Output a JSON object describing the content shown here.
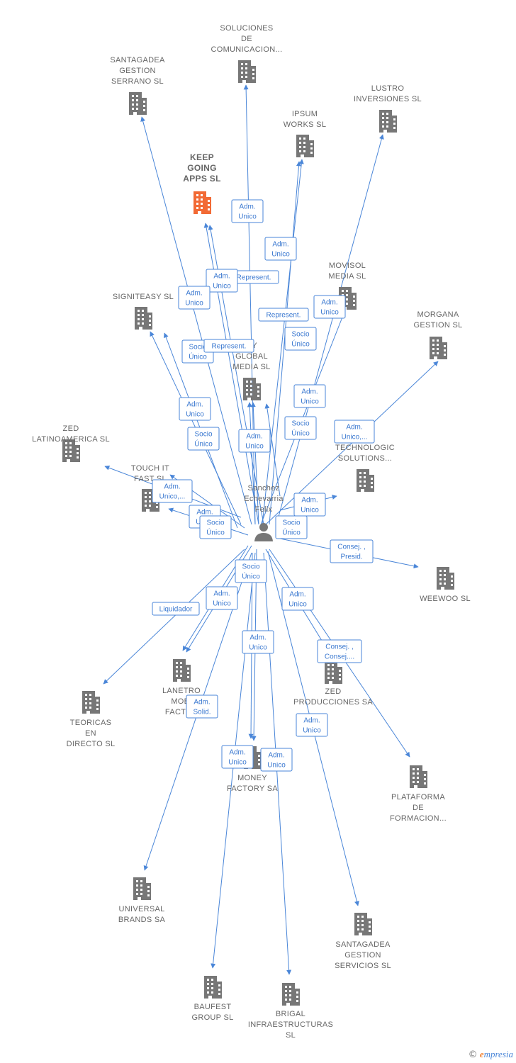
{
  "colors": {
    "edge": "#4a86d8",
    "building": "#777777",
    "building_focus": "#f26a35",
    "person": "#777777",
    "label_text": "#666666",
    "edge_text": "#3a78d0"
  },
  "person": {
    "lines": [
      "Sanchez",
      "Echevarria",
      "Felix"
    ]
  },
  "nodes": [
    {
      "id": "soluciones",
      "lines": [
        "SOLUCIONES",
        "DE",
        "COMUNICACION..."
      ]
    },
    {
      "id": "santagadea-serrano",
      "lines": [
        "SANTAGADEA",
        "GESTION",
        "SERRANO SL"
      ]
    },
    {
      "id": "lustro",
      "lines": [
        "LUSTRO",
        "INVERSIONES SL"
      ]
    },
    {
      "id": "ipsum",
      "lines": [
        "IPSUM",
        "WORKS SL"
      ]
    },
    {
      "id": "keep-going",
      "lines": [
        "KEEP",
        "GOING",
        "APPS SL"
      ],
      "focus": true
    },
    {
      "id": "movisol",
      "lines": [
        "MOVISOL",
        "MEDIA SL"
      ]
    },
    {
      "id": "signiteasy",
      "lines": [
        "SIGNITEASY SL"
      ]
    },
    {
      "id": "morgana",
      "lines": [
        "MORGANA",
        "GESTION SL"
      ]
    },
    {
      "id": "ry-global",
      "lines": [
        "RY",
        "GLOBAL",
        "MEDIA SL"
      ]
    },
    {
      "id": "zed-latino",
      "lines": [
        "ZED",
        "LATINOAMERICA SL"
      ]
    },
    {
      "id": "ers-tech",
      "lines": [
        "ERS",
        "TECHNOLOGIC",
        "SOLUTIONS..."
      ]
    },
    {
      "id": "touch-it",
      "lines": [
        "TOUCH IT",
        "FAST SL"
      ]
    },
    {
      "id": "weewoo",
      "lines": [
        "WEEWOO SL"
      ]
    },
    {
      "id": "teoricas",
      "lines": [
        "TEORICAS",
        "EN",
        "DIRECTO SL"
      ]
    },
    {
      "id": "lanetro",
      "lines": [
        "LANETRO",
        "MOBI",
        "FACTOR"
      ]
    },
    {
      "id": "zed-producciones",
      "lines": [
        "ZED",
        "PRODUCCIONES SA"
      ]
    },
    {
      "id": "money-factory",
      "lines": [
        "MONEY",
        "FACTORY SA"
      ]
    },
    {
      "id": "plataforma",
      "lines": [
        "PLATAFORMA",
        "DE",
        "FORMACION..."
      ]
    },
    {
      "id": "universal",
      "lines": [
        "UNIVERSAL",
        "BRANDS SA"
      ]
    },
    {
      "id": "santagadea-servicios",
      "lines": [
        "SANTAGADEA",
        "GESTION",
        "SERVICIOS SL"
      ]
    },
    {
      "id": "baufest",
      "lines": [
        "BAUFEST",
        "GROUP SL"
      ]
    },
    {
      "id": "brigal",
      "lines": [
        "BRIGAL",
        "INFRAESTRUCTURAS",
        "SL"
      ]
    }
  ],
  "edge_labels": [
    {
      "lines": [
        "Adm.",
        "Unico"
      ]
    },
    {
      "lines": [
        "Adm.",
        "Unico"
      ]
    },
    {
      "lines": [
        "Represent."
      ]
    },
    {
      "lines": [
        "Adm.",
        "Unico"
      ]
    },
    {
      "lines": [
        "Adm.",
        "Unico"
      ]
    },
    {
      "lines": [
        "Represent."
      ]
    },
    {
      "lines": [
        "Adm.",
        "Unico"
      ]
    },
    {
      "lines": [
        "Socio",
        "Único"
      ]
    },
    {
      "lines": [
        "Socio",
        "Único"
      ]
    },
    {
      "lines": [
        "Represent."
      ]
    },
    {
      "lines": [
        "Adm.",
        "Unico"
      ]
    },
    {
      "lines": [
        "Adm.",
        "Unico"
      ]
    },
    {
      "lines": [
        "Socio",
        "Único"
      ]
    },
    {
      "lines": [
        "Socio",
        "Único"
      ]
    },
    {
      "lines": [
        "Adm.",
        "Unico"
      ]
    },
    {
      "lines": [
        "Adm.",
        "Unico,..."
      ]
    },
    {
      "lines": [
        "Adm.",
        "Unico,..."
      ]
    },
    {
      "lines": [
        "Adm.",
        "Unico"
      ]
    },
    {
      "lines": [
        "Adm.",
        "Unico"
      ]
    },
    {
      "lines": [
        "Socio",
        "Único"
      ]
    },
    {
      "lines": [
        "Socio",
        "Único"
      ]
    },
    {
      "lines": [
        "Consej. ,",
        "Presid."
      ]
    },
    {
      "lines": [
        "Socio",
        "Único"
      ]
    },
    {
      "lines": [
        "Adm.",
        "Unico"
      ]
    },
    {
      "lines": [
        "Liquidador"
      ]
    },
    {
      "lines": [
        "Adm.",
        "Unico"
      ]
    },
    {
      "lines": [
        "Adm.",
        "Unico"
      ]
    },
    {
      "lines": [
        "Consej. ,",
        "Consej...."
      ]
    },
    {
      "lines": [
        "Adm.",
        "Solid."
      ]
    },
    {
      "lines": [
        "Adm.",
        "Unico"
      ]
    },
    {
      "lines": [
        "Adm.",
        "Unico"
      ]
    },
    {
      "lines": [
        "Adm.",
        "Unico"
      ]
    }
  ],
  "footer": {
    "copyright": "©",
    "brand_initial": "e",
    "brand_rest": "mpresia"
  }
}
